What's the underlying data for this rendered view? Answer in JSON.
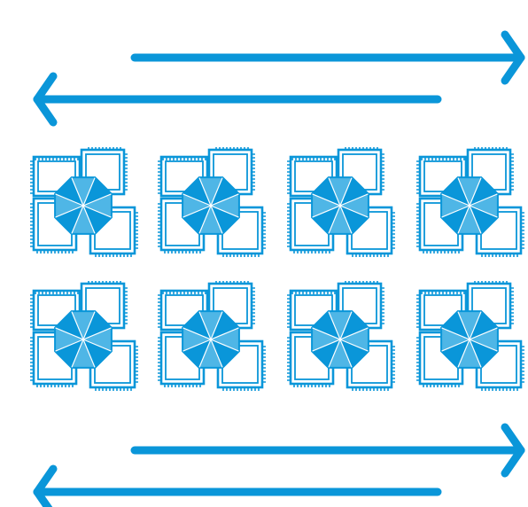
{
  "diagram": {
    "colors": {
      "accent": "#0a96d9",
      "background": "#ffffff",
      "fill_light": "#ffffff"
    },
    "arrows": [
      {
        "direction": "right"
      },
      {
        "direction": "left"
      },
      {
        "direction": "right"
      },
      {
        "direction": "left"
      }
    ],
    "grid": {
      "rows": 2,
      "columns": 4,
      "tile_icon": "pinwheel-octagon-tile-icon"
    }
  }
}
